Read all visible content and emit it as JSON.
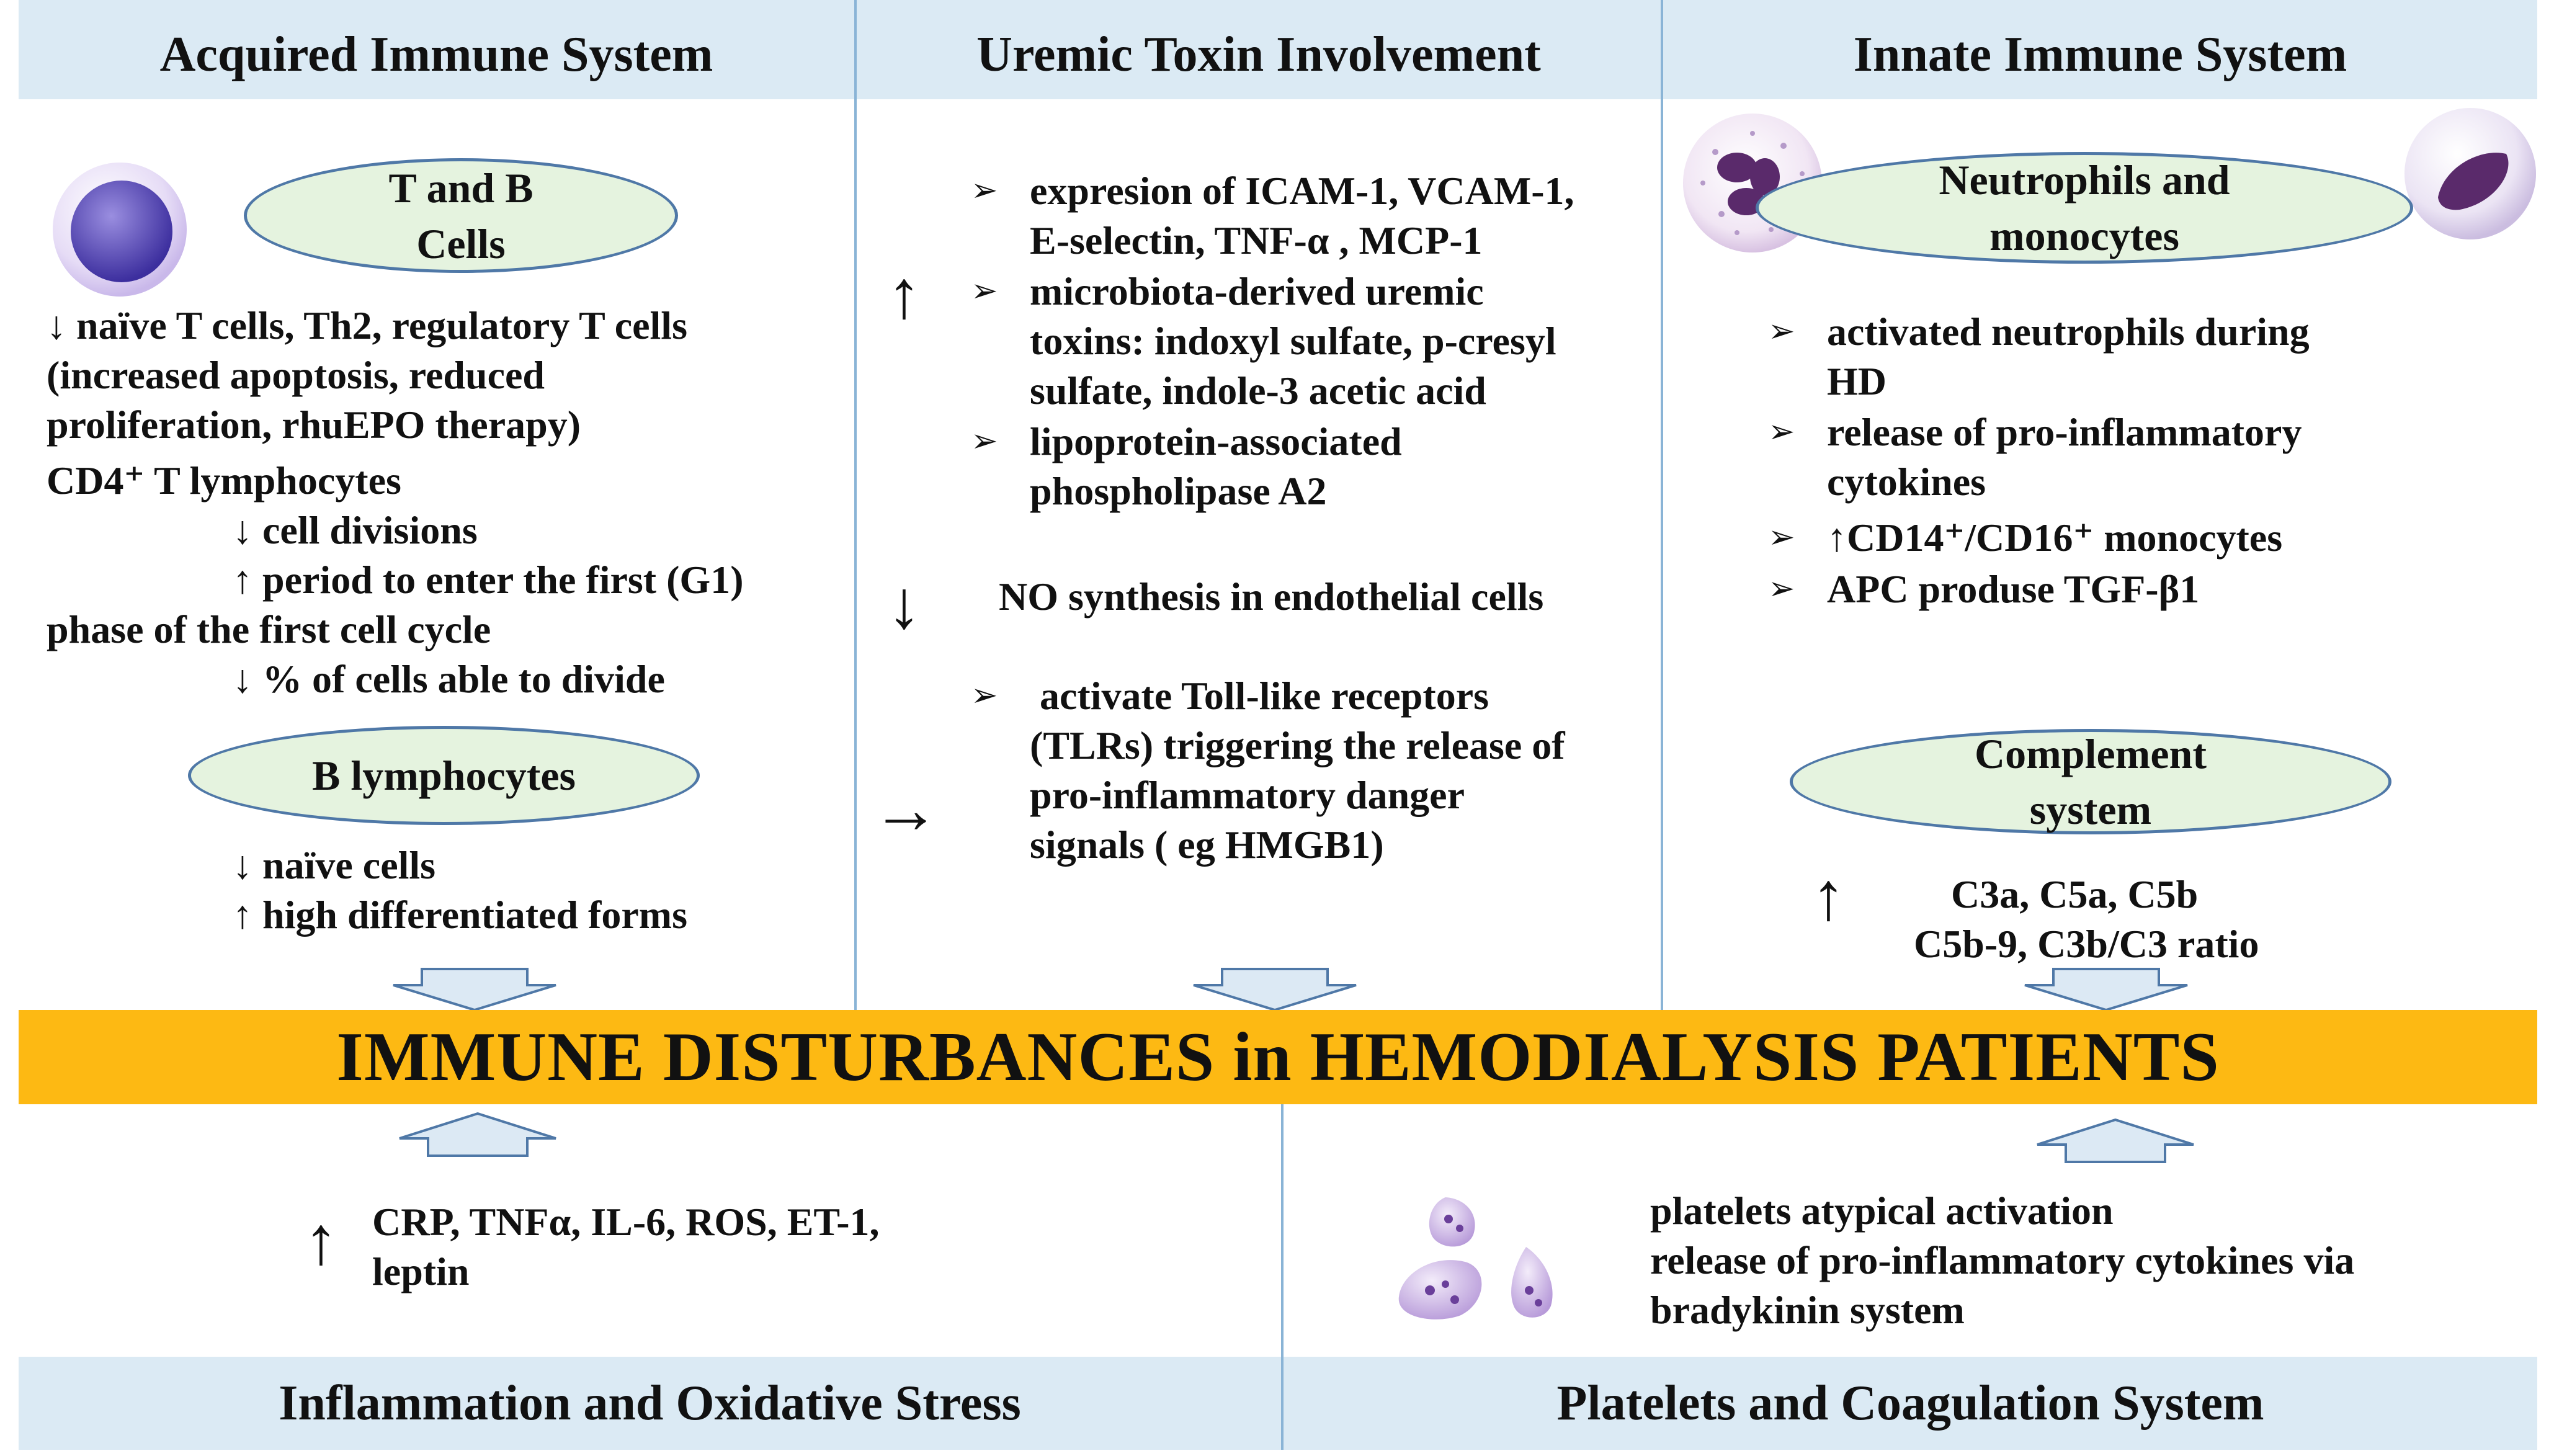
{
  "sections": {
    "acquired": {
      "title": "Acquired Immune System",
      "oval_tb_line1": "T and B",
      "oval_tb_line2": "Cells",
      "lines": [
        "↓ naïve T cells, Th2, regulatory T cells",
        "(increased apoptosis, reduced",
        "proliferation, rhuEPO therapy)",
        "CD4⁺ T lymphocytes",
        "↓ cell divisions",
        "↑ period to enter the first (G1)",
        "phase of the first cell cycle",
        "↓ % of cells able to divide"
      ],
      "oval_b": "B lymphocytes",
      "b_lines": [
        "↓ naïve cells",
        "↑ high differentiated forms"
      ]
    },
    "uremic": {
      "title": "Uremic Toxin Involvement",
      "up_arrow": "↑",
      "up_items": [
        [
          "expresion of ICAM-1, VCAM-1,",
          "E-selectin, TNF-α , MCP-1"
        ],
        [
          "microbiota-derived uremic",
          "toxins: indoxyl sulfate, p-cresyl",
          "sulfate, indole-3 acetic acid"
        ],
        [
          "lipoprotein-associated",
          "phospholipase A2"
        ]
      ],
      "down_arrow": "↓",
      "down_text": "NO synthesis in endothelial cells",
      "right_arrow": "→",
      "right_item": [
        " activate Toll-like receptors",
        "(TLRs) triggering the release of",
        "pro-inflammatory danger",
        "signals ( eg HMGB1)"
      ]
    },
    "innate": {
      "title": "Innate Immune System",
      "oval_neu_line1": "Neutrophils and",
      "oval_neu_line2": "monocytes",
      "items": [
        [
          "activated neutrophils during",
          "HD"
        ],
        [
          "release of pro-inflammatory",
          "cytokines"
        ],
        [
          "↑CD14⁺/CD16⁺ monocytes"
        ],
        [
          "APC produse TGF-β1"
        ]
      ],
      "oval_comp_line1": "Complement",
      "oval_comp_line2": "system",
      "comp_arrow": "↑",
      "comp_lines": [
        "C3a, C5a, C5b",
        "C5b-9, C3b/C3 ratio"
      ]
    },
    "inflammation": {
      "title": "Inflammation and Oxidative Stress",
      "arrow": "↑",
      "lines": [
        "CRP, TNFα, IL-6, ROS, ET-1,",
        "leptin"
      ]
    },
    "platelets": {
      "title": "Platelets and Coagulation System",
      "lines": [
        "platelets atypical activation",
        "release of pro-inflammatory cytokines via",
        "bradykinin system"
      ]
    }
  },
  "banner": "IMMUNE DISTURBANCES in HEMODIALYSIS PATIENTS",
  "bullet_glyph": "➢",
  "colors": {
    "header_band": "#dbeaf4",
    "banner": "#fdb913",
    "oval_fill": "#e5f3df",
    "oval_border": "#4f78a7",
    "divider": "#8ab4d6",
    "cell_purple": "#8b6bc8"
  }
}
